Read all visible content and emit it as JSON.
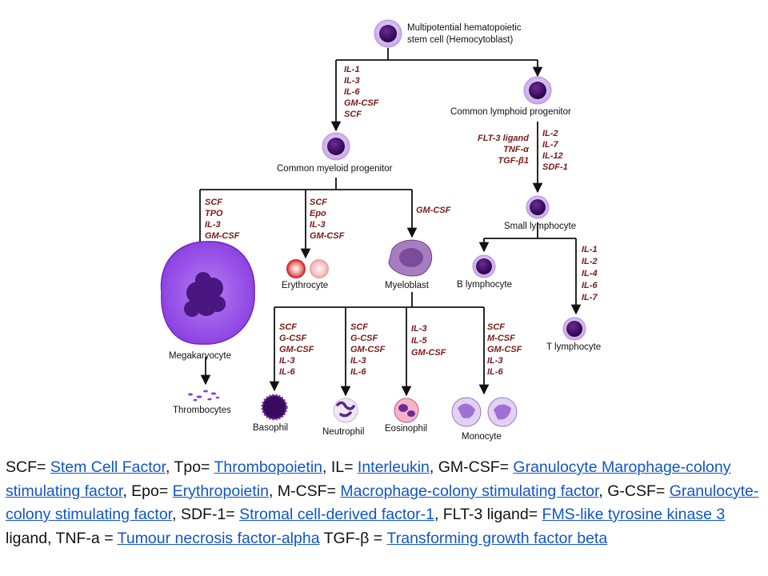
{
  "nodes": {
    "hsc": [
      "Multipotential hematopoietic",
      "stem cell   (Hemocytoblast)"
    ],
    "cmp": "Common myeloid progenitor",
    "clp": "Common lymphoid progenitor",
    "small_lymph": "Small lymphocyte",
    "b_lymph": "B lymphocyte",
    "t_lymph": "T lymphocyte",
    "erythrocyte": "Erythrocyte",
    "myeloblast": "Myeloblast",
    "megakaryocyte": "Megakaryocyte",
    "thrombocytes": "Thrombocytes",
    "basophil": "Basophil",
    "neutrophil": "Neutrophil",
    "eosinophil": "Eosinophil",
    "monocyte": "Monocyte"
  },
  "factors": {
    "hsc_cmp": [
      "IL-1",
      "IL-3",
      "IL-6",
      "GM-CSF",
      "SCF"
    ],
    "clp_left": [
      "FLT-3 ligand",
      "TNF-α",
      "TGF-β1"
    ],
    "clp_right": [
      "IL-2",
      "IL-7",
      "IL-12",
      "SDF-1"
    ],
    "mega": [
      "SCF",
      "TPO",
      "IL-3",
      "GM-CSF"
    ],
    "ery": [
      "SCF",
      "Epo",
      "IL-3",
      "GM-CSF"
    ],
    "myelo": [
      "GM-CSF"
    ],
    "t_lymph": [
      "IL-1",
      "IL-2",
      "IL-4",
      "IL-6",
      "IL-7"
    ],
    "baso": [
      "SCF",
      "G-CSF",
      "GM-CSF",
      "IL-3",
      "IL-6"
    ],
    "neutro": [
      "SCF",
      "G-CSF",
      "GM-CSF",
      "IL-3",
      "IL-6"
    ],
    "eosino": [
      "IL-3",
      "IL-5",
      "GM-CSF"
    ],
    "mono": [
      "SCF",
      "M-CSF",
      "GM-CSF",
      "IL-3",
      "IL-6"
    ]
  },
  "caption": {
    "p1": "SCF= ",
    "l1": "Stem Cell Factor",
    "p2": ", Tpo= ",
    "l2": "Thrombopoietin",
    "p3": ", IL= ",
    "l3": "Interleukin",
    "p4": ", GM-CSF= ",
    "l4": "Granulocyte Marophage-colony stimulating factor",
    "p5": ", Epo= ",
    "l5": "Erythropoietin",
    "p6": ", M-CSF= ",
    "l6": "Macrophage-colony stimulating factor",
    "p7": ", G-CSF= ",
    "l7": "Granulocyte-colony stimulating factor",
    "p8": ", SDF-1= ",
    "l8": "Stromal cell-derived factor-1",
    "p9": ", FLT-3 ligand= ",
    "l9": "FMS-like tyrosine kinase 3",
    "p10": " ligand, TNF-a = ",
    "l10": "Tumour necrosis factor-alpha",
    "p11": " TGF-β = ",
    "l11": "Transforming growth factor beta"
  },
  "colors": {
    "cell_outer": "#d3b8ef",
    "cell_nucleus": "#3a0a5e",
    "factor_text": "#7a1a1a",
    "link": "#1155cc"
  }
}
